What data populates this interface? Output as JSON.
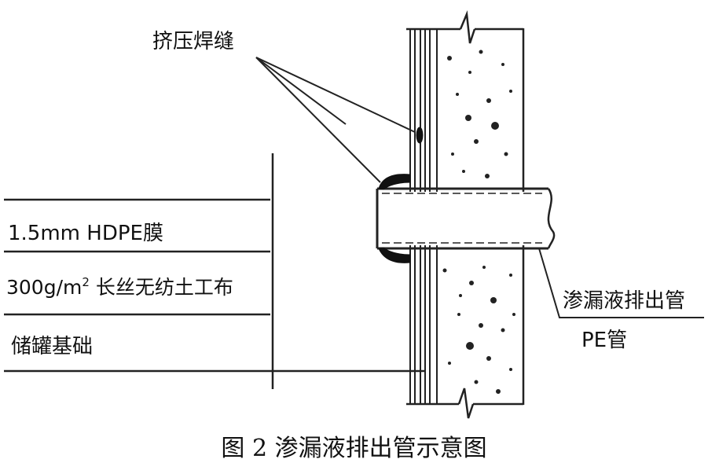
{
  "labels": {
    "extrusion_weld": "挤压焊缝",
    "hdpe_membrane": "1.5mm HDPE膜",
    "geotextile_prefix": "300g/m",
    "geotextile_sup": "2",
    "geotextile_suffix": " 长丝无纺土工布",
    "tank_foundation": "储罐基础",
    "leak_pipe": "渗漏液排出管",
    "pe_pipe": "PE管"
  },
  "caption": "图 2  渗漏液排出管示意图"
}
